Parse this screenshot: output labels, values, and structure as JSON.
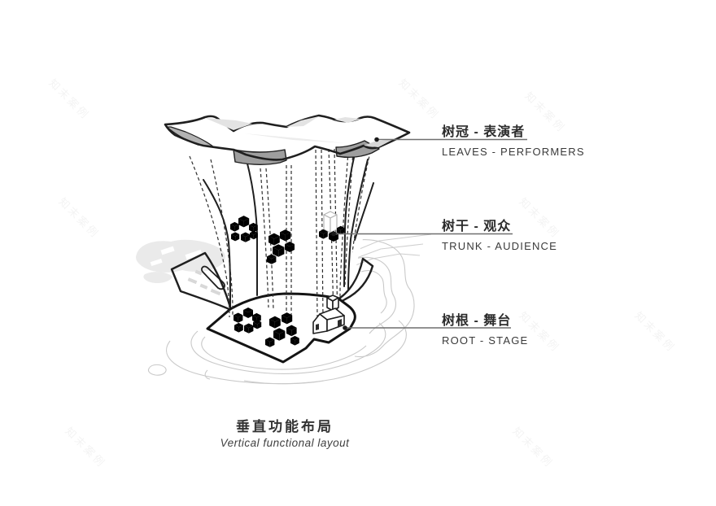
{
  "page": {
    "background_color": "#ffffff"
  },
  "diagram": {
    "name": "tree-vertical-functional-layout",
    "zones": [
      "canopy",
      "trunk",
      "base"
    ]
  },
  "annotations": [
    {
      "id": "leaves",
      "zh": "树冠 - 表演者",
      "en": "LEAVES - PERFORMERS"
    },
    {
      "id": "trunk",
      "zh": "树干 - 观众",
      "en": "TRUNK - AUDIENCE"
    },
    {
      "id": "root",
      "zh": "树根 - 舞台",
      "en": "ROOT - STAGE"
    }
  ],
  "title": {
    "zh": "垂直功能布局",
    "en": "Vertical functional layout"
  },
  "watermark": {
    "text": "知末案例"
  },
  "colors": {
    "ink": "#1f1f1f",
    "leader_line": "#6f6f6f",
    "label_text": "#2c2c2c",
    "canopy_underside": "#9e9e9e",
    "site_contour": "#c9c9c9"
  }
}
